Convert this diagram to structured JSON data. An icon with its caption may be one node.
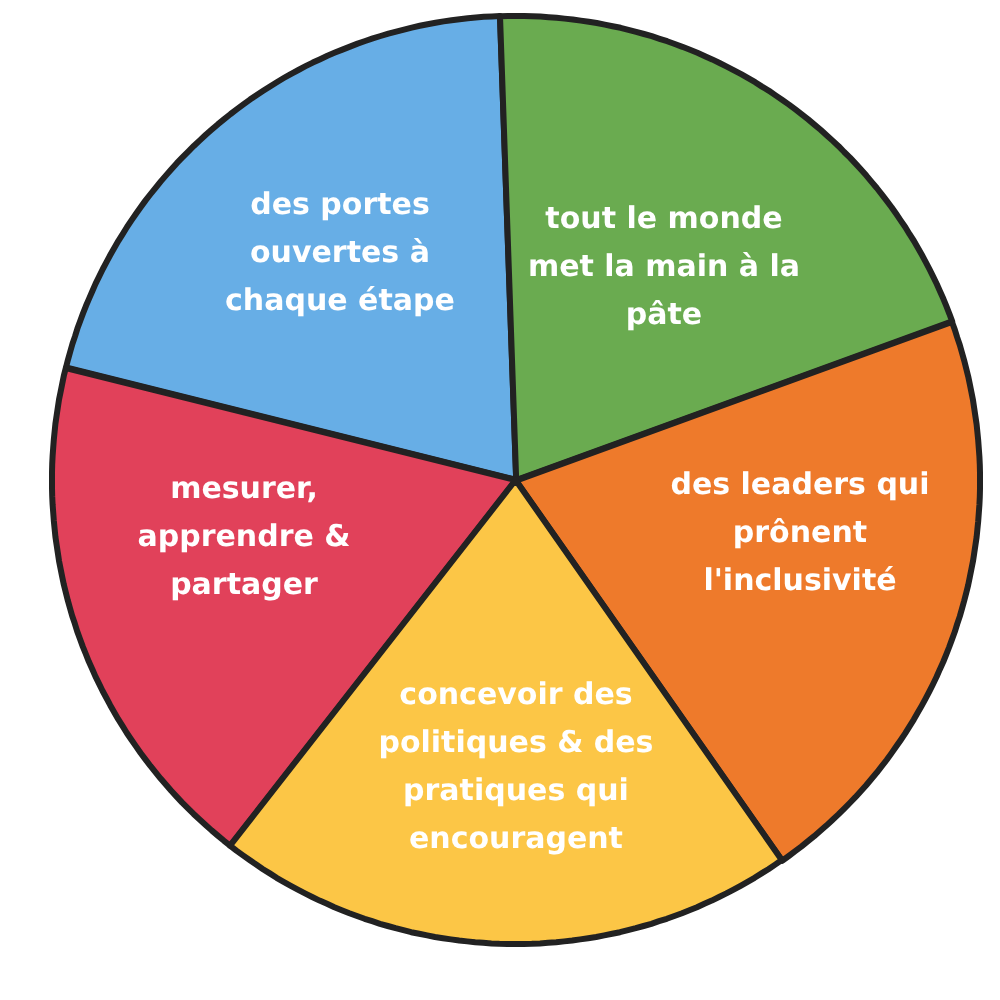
{
  "diagram": {
    "nodes": [
      {
        "text": [
          "des portes ouvertes à chaque étape"
        ]
      },
      {
        "text": [
          "tout le monde met la main à la pâte"
        ]
      },
      {
        "text": [
          "mesurer, apprendre & partager"
        ]
      },
      {
        "text": [
          "des leaders qui prônent l'inclusivité"
        ]
      },
      {
        "text": [
          "concevoir des politiques & des pratiques qui encouragent"
        ]
      }
    ]
  }
}
